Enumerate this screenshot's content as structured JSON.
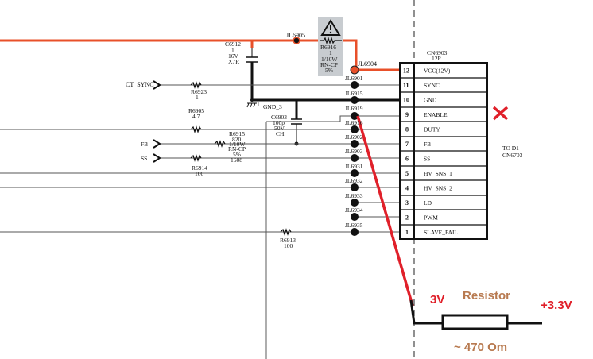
{
  "schematic": {
    "connector": {
      "ref": "CN6903",
      "type": "12P",
      "dest_line1": "TO D1",
      "dest_line2": "CN6703",
      "pins": [
        {
          "num": "12",
          "name": "VCC(12V)"
        },
        {
          "num": "11",
          "name": "SYNC"
        },
        {
          "num": "10",
          "name": "GND"
        },
        {
          "num": "9",
          "name": "ENABLE"
        },
        {
          "num": "8",
          "name": "DUTY"
        },
        {
          "num": "7",
          "name": "FB"
        },
        {
          "num": "6",
          "name": "SS"
        },
        {
          "num": "5",
          "name": "HV_SNS_1"
        },
        {
          "num": "4",
          "name": "HV_SNS_2"
        },
        {
          "num": "3",
          "name": "LD"
        },
        {
          "num": "2",
          "name": "PWM"
        },
        {
          "num": "1",
          "name": "SLAVE_FAIL"
        }
      ]
    },
    "jumpers": {
      "jl6905": "JL6905",
      "jl6904": "JL6904",
      "list": [
        "JL6901",
        "JL6915",
        "JL6919",
        "JL6916",
        "JL6902",
        "JL6903",
        "JL6931",
        "JL6932",
        "JL6933",
        "JL6934",
        "JL6935"
      ]
    },
    "c6912": {
      "ref": "C6912",
      "val": "1",
      "volt": "16V",
      "type": "X7R"
    },
    "r6916": {
      "ref": "R6916",
      "val": "1",
      "power": "1/10W",
      "type": "RN-CP",
      "tol": "5%"
    },
    "c6903": {
      "ref": "C6903",
      "val": "100p",
      "volt": "50V",
      "type": "CH"
    },
    "r6923": {
      "ref": "R6923",
      "val": "1"
    },
    "r6905": {
      "ref": "R6905",
      "val": "4.7"
    },
    "r6915": {
      "ref": "R6915",
      "val": "820",
      "power": "1/10W",
      "type": "RN-CP",
      "tol": "5%",
      "size": "1608"
    },
    "r6914": {
      "ref": "R6914",
      "val": "100"
    },
    "r6913": {
      "ref": "R6913",
      "val": "100"
    },
    "gnd": {
      "label": "GND_3",
      "pin": "1"
    },
    "inputs": {
      "ct_sync": "CT_SYNC",
      "fb": "FB",
      "ss": "SS"
    },
    "colors": {
      "vcc_trace": "#e8502a",
      "annotation_red": "#e0202a",
      "annotation_brown": "#b87a50"
    }
  },
  "annotation": {
    "voltage_node": "3V",
    "resistor_label": "Resistor",
    "supply": "+3.3V",
    "resistor_value": "~ 470 Om",
    "disabled_mark": "✕"
  }
}
